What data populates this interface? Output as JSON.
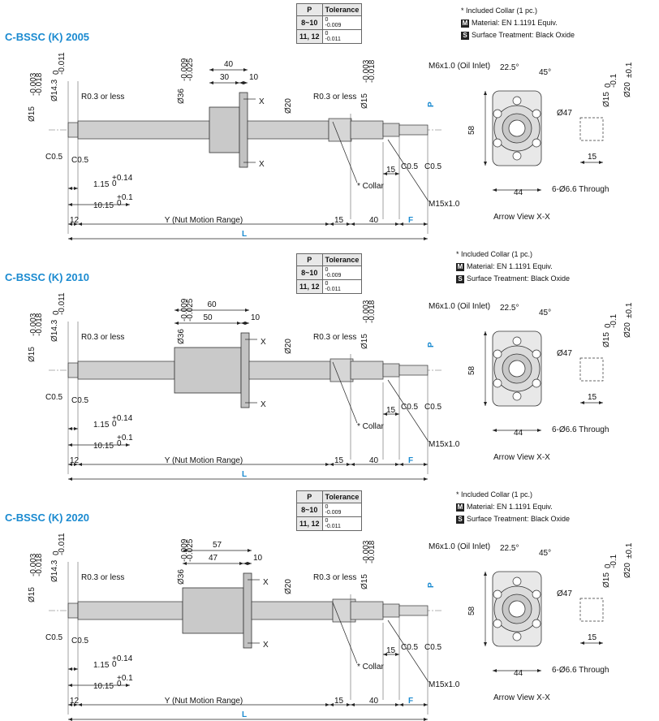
{
  "sections": [
    {
      "title": "C-BSSC (K) 2005",
      "table": {
        "head_p": "P",
        "head_tol": "Tolerance",
        "rows": [
          {
            "p": "8~10",
            "upper": "0",
            "lower": "-0.009"
          },
          {
            "p": "11, 12",
            "upper": "0",
            "lower": "-0.011"
          }
        ]
      },
      "notes": {
        "collar": "* Included Collar (1 pc.)",
        "m_badge": "M",
        "material": "Material: EN 1.1191 Equiv.",
        "s_badge": "S",
        "surface": "Surface Treatment: Black Oxide"
      },
      "labels": {
        "d15_left": "Ø15",
        "d15_left_tol": "-0.003\n-0.018",
        "d14": "Ø14.3",
        "d14_tol": "0\n-0.011",
        "r03_left": "R0.3 or less",
        "d36": "Ø36",
        "d36_tol": "-0.009\n-0.025",
        "len_flange_total": "40",
        "len_flange_a": "30",
        "len_flange_b": "10",
        "d20": "Ø20",
        "r03_right": "R0.3 or less",
        "d15_right": "Ø15",
        "d15_right_tol": "-0.003\n-0.018",
        "p_label": "P",
        "x_top": "X",
        "x_bottom": "X",
        "c05_a": "C0.5",
        "c05_b": "C0.5",
        "c05_c": "C0.5",
        "c05_d": "C0.5",
        "len15_small": "15",
        "collar": "* Collar",
        "m15": "M15x1.0",
        "dim_115": "1.15",
        "dim_115_tol": "+0.14\n0",
        "dim_1015": "10.15",
        "dim_1015_tol": "+0.1\n0",
        "len12": "12",
        "range": "Y (Nut Motion Range)",
        "len15": "15",
        "len40": "40",
        "f_label": "F",
        "l_label": "L",
        "oil": "M6x1.0\n(Oil Inlet)",
        "ang22": "22.5°",
        "ang45": "45°",
        "d47": "Ø47",
        "h58": "58",
        "w44": "44",
        "through": "6-Ø6.6 Through",
        "d15_key": "Ø15",
        "d15_key_tol": "0\n-0.1",
        "d20_key": "Ø20",
        "d20_key_tol": "±0.1",
        "key15": "15",
        "arrow_view": "Arrow View X-X"
      }
    },
    {
      "title": "C-BSSC (K) 2010",
      "table": {
        "head_p": "P",
        "head_tol": "Tolerance",
        "rows": [
          {
            "p": "8~10",
            "upper": "0",
            "lower": "-0.009"
          },
          {
            "p": "11, 12",
            "upper": "0",
            "lower": "-0.011"
          }
        ]
      },
      "notes": {
        "collar": "* Included Collar (1 pc.)",
        "m_badge": "M",
        "material": "Material: EN 1.1191 Equiv.",
        "s_badge": "S",
        "surface": "Surface Treatment: Black Oxide"
      },
      "labels": {
        "d15_left": "Ø15",
        "d15_left_tol": "-0.003\n-0.018",
        "d14": "Ø14.3",
        "d14_tol": "0\n-0.011",
        "r03_left": "R0.3 or less",
        "d36": "Ø36",
        "d36_tol": "-0.009\n-0.025",
        "len_flange_total": "60",
        "len_flange_a": "50",
        "len_flange_b": "10",
        "d20": "Ø20",
        "r03_right": "R0.3 or less",
        "d15_right": "Ø15",
        "d15_right_tol": "-0.003\n-0.018",
        "p_label": "P",
        "x_top": "X",
        "x_bottom": "X",
        "c05_a": "C0.5",
        "c05_b": "C0.5",
        "c05_c": "C0.5",
        "c05_d": "C0.5",
        "len15_small": "15",
        "collar": "* Collar",
        "m15": "M15x1.0",
        "dim_115": "1.15",
        "dim_115_tol": "+0.14\n0",
        "dim_1015": "10.15",
        "dim_1015_tol": "+0.1\n0",
        "len12": "12",
        "range": "Y (Nut Motion Range)",
        "len15": "15",
        "len40": "40",
        "f_label": "F",
        "l_label": "L",
        "oil": "M6x1.0\n(Oil Inlet)",
        "ang22": "22.5°",
        "ang45": "45°",
        "d47": "Ø47",
        "h58": "58",
        "w44": "44",
        "through": "6-Ø6.6 Through",
        "d15_key": "Ø15",
        "d15_key_tol": "0\n-0.1",
        "d20_key": "Ø20",
        "d20_key_tol": "±0.1",
        "key15": "15",
        "arrow_view": "Arrow View X-X"
      }
    },
    {
      "title": "C-BSSC (K) 2020",
      "table": {
        "head_p": "P",
        "head_tol": "Tolerance",
        "rows": [
          {
            "p": "8~10",
            "upper": "0",
            "lower": "-0.009"
          },
          {
            "p": "11, 12",
            "upper": "0",
            "lower": "-0.011"
          }
        ]
      },
      "notes": {
        "collar": "* Included Collar (1 pc.)",
        "m_badge": "M",
        "material": "Material: EN 1.1191 Equiv.",
        "s_badge": "S",
        "surface": "Surface Treatment: Black Oxide"
      },
      "labels": {
        "d15_left": "Ø15",
        "d15_left_tol": "-0.003\n-0.018",
        "d14": "Ø14.3",
        "d14_tol": "0\n-0.011",
        "r03_left": "R0.3 or less",
        "d36": "Ø36",
        "d36_tol": "-0.009\n-0.025",
        "len_flange_total": "57",
        "len_flange_a": "47",
        "len_flange_b": "10",
        "d20": "Ø20",
        "r03_right": "R0.3 or less",
        "d15_right": "Ø15",
        "d15_right_tol": "-0.003\n-0.018",
        "p_label": "P",
        "x_top": "X",
        "x_bottom": "X",
        "c05_a": "C0.5",
        "c05_b": "C0.5",
        "c05_c": "C0.5",
        "c05_d": "C0.5",
        "len15_small": "15",
        "collar": "* Collar",
        "m15": "M15x1.0",
        "dim_115": "1.15",
        "dim_115_tol": "+0.14\n0",
        "dim_1015": "10.15",
        "dim_1015_tol": "+0.1\n0",
        "len12": "12",
        "range": "Y (Nut Motion Range)",
        "len15": "15",
        "len40": "40",
        "f_label": "F",
        "l_label": "L",
        "oil": "M6x1.0 (Oil Inlet)",
        "ang22": "22.5°",
        "ang45": "45°",
        "d47": "Ø47",
        "h58": "58",
        "w44": "44",
        "through": "6-Ø6.6 Through",
        "d15_key": "Ø15",
        "d15_key_tol": "0\n-0.1",
        "d20_key": "Ø20",
        "d20_key_tol": "±0.1",
        "key15": "15",
        "arrow_view": "Arrow View X-X"
      }
    }
  ]
}
